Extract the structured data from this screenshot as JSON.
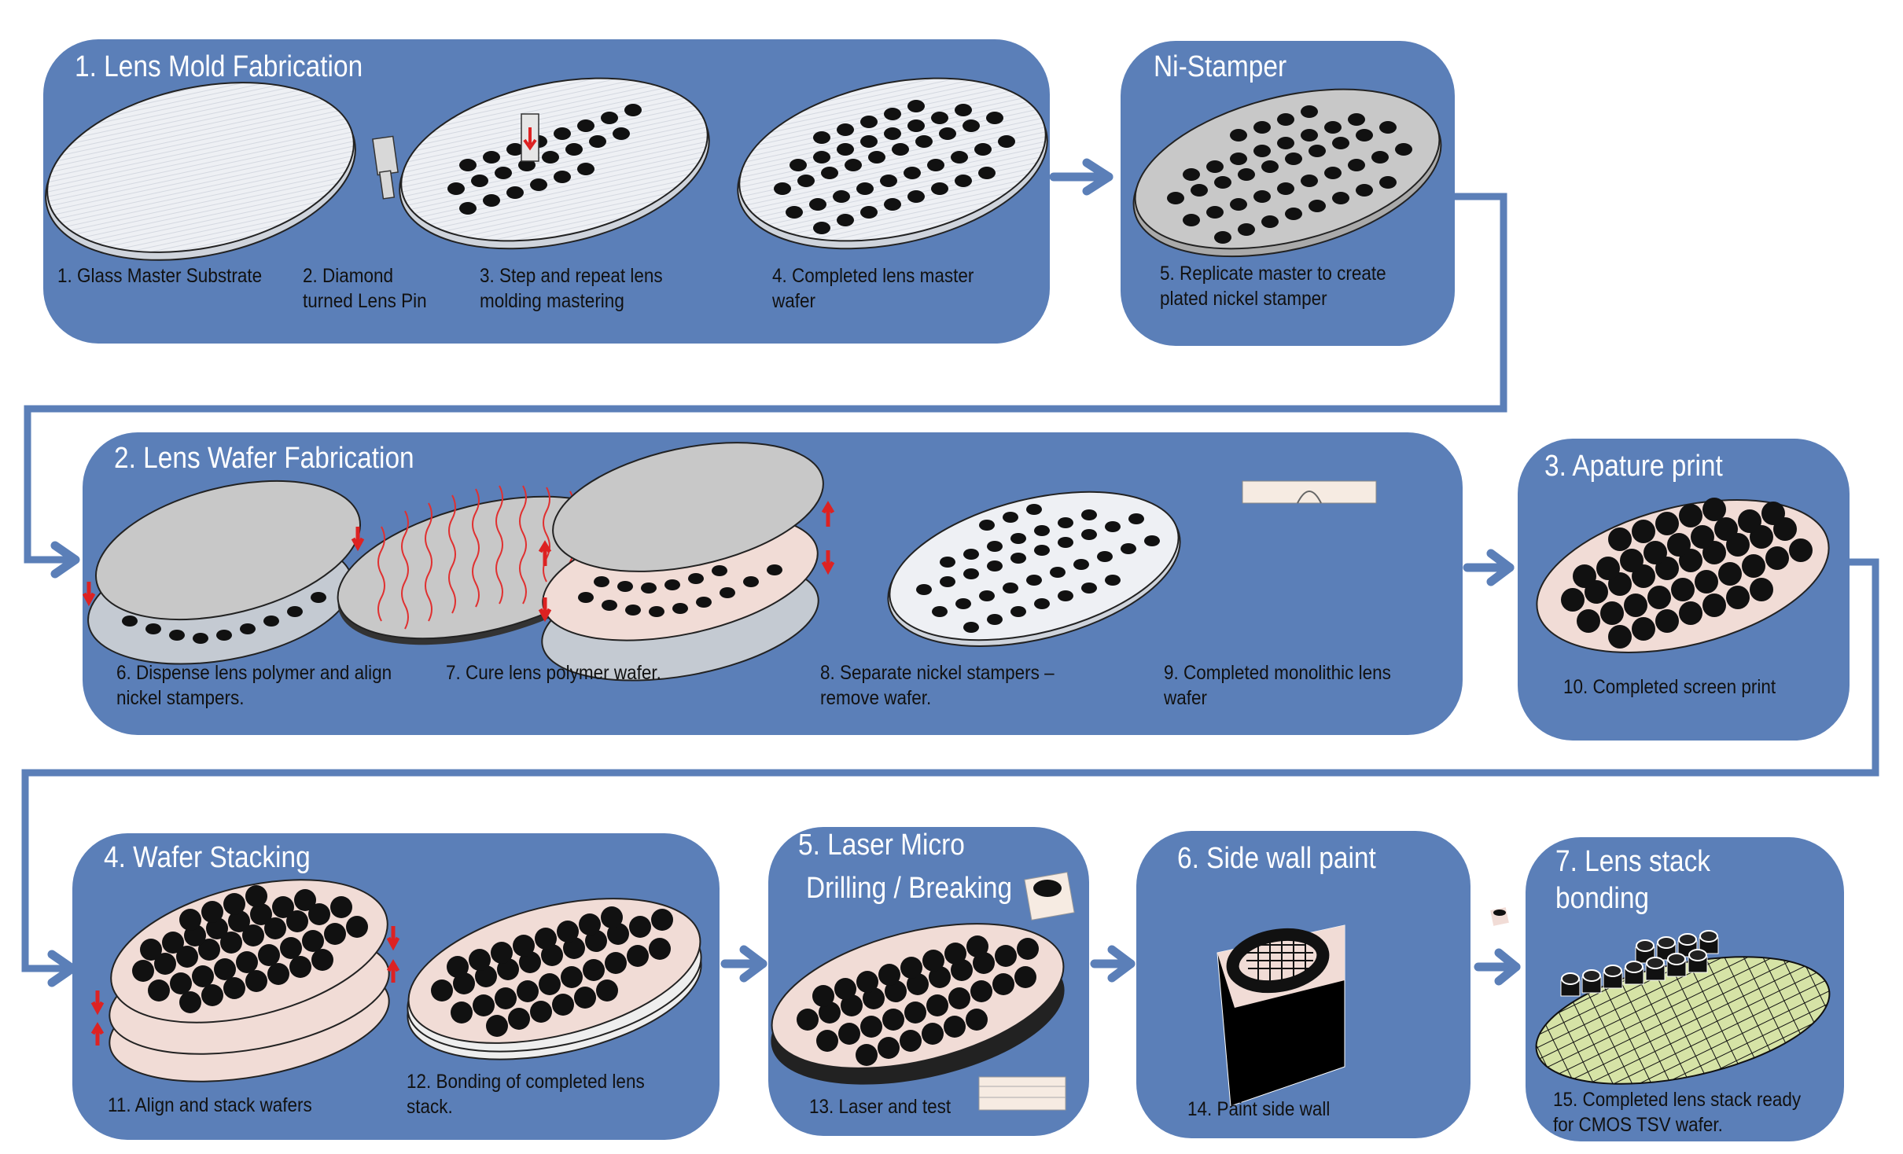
{
  "diagram": {
    "colors": {
      "panel": "#5b7fb8",
      "connector": "#5b7fb8",
      "title_text": "#ffffff",
      "caption_text": "#111111",
      "wafer_white": "#eef0f4",
      "wafer_gray": "#c8c8c8",
      "wafer_pink": "#f1dcd6",
      "lens_black": "#111111",
      "heat_red": "#e03030",
      "cmos_green": "#d6e3a6"
    },
    "panels": [
      {
        "id": "lens-mold-fabrication",
        "title": "1. Lens  Mold Fabrication",
        "steps": [
          {
            "n": 1,
            "text": "1. Glass  Master  Substrate"
          },
          {
            "n": 2,
            "text": "2. Diamond turned Lens Pin"
          },
          {
            "n": 3,
            "text": "3. Step and repeat lens molding mastering"
          },
          {
            "n": 4,
            "text": "4. Completed lens master wafer"
          }
        ]
      },
      {
        "id": "ni-stamper",
        "title": "Ni-Stamper",
        "steps": [
          {
            "n": 5,
            "text": "5. Replicate  master  to  create plated nickel stamper"
          }
        ]
      },
      {
        "id": "lens-wafer-fabrication",
        "title": "2. Lens Wafer Fabrication",
        "steps": [
          {
            "n": 6,
            "text": "6. Dispense  lens  polymer  and align nickel stampers."
          },
          {
            "n": 7,
            "text": "7. Cure lens polymer wafer."
          },
          {
            "n": 8,
            "text": "8. Separate  nickel  stampers  – remove wafer."
          },
          {
            "n": 9,
            "text": "9. Completed monolithic lens wafer"
          }
        ]
      },
      {
        "id": "apature-print",
        "title": "3. Apature print",
        "steps": [
          {
            "n": 10,
            "text": "10. Completed  screen  print"
          }
        ]
      },
      {
        "id": "wafer-stacking",
        "title": "4. Wafer Stacking",
        "steps": [
          {
            "n": 11,
            "text": "11. Align and stack wafers"
          },
          {
            "n": 12,
            "text": "12. Bonding  of  completed  lens stack."
          }
        ]
      },
      {
        "id": "laser-micro-drilling",
        "title": "5. Laser Micro",
        "title_line2": "Drilling / Breaking",
        "steps": [
          {
            "n": 13,
            "text": "13. Laser and  test"
          }
        ]
      },
      {
        "id": "side-wall-paint",
        "title": "6. Side wall paint",
        "steps": [
          {
            "n": 14,
            "text": "14. Paint side wall"
          }
        ]
      },
      {
        "id": "lens-stack-bonding",
        "title": "7. Lens stack",
        "title_line2": "bonding",
        "steps": [
          {
            "n": 15,
            "text": "15. Completed  lens  stack  ready for CMOS TSV wafer."
          }
        ]
      }
    ],
    "flow": [
      "lens-mold-fabrication",
      "ni-stamper",
      "lens-wafer-fabrication",
      "apature-print",
      "wafer-stacking",
      "laser-micro-drilling",
      "side-wall-paint",
      "lens-stack-bonding"
    ]
  }
}
